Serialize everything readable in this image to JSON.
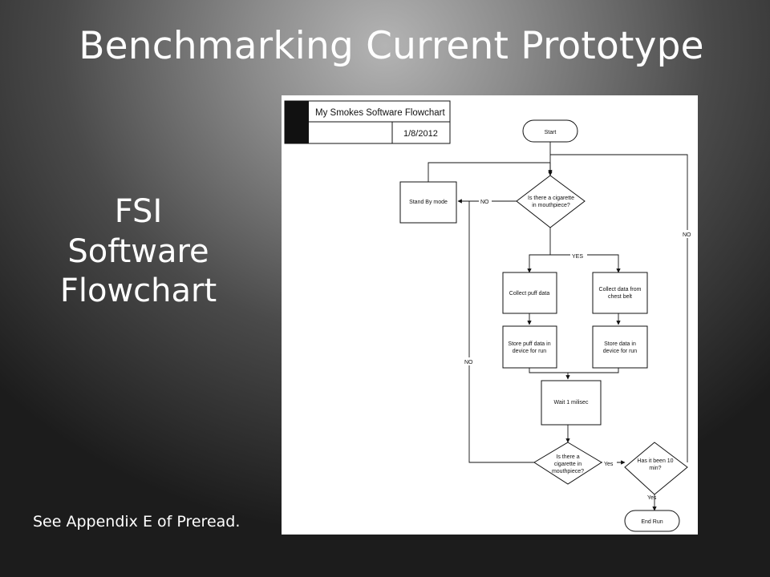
{
  "slide": {
    "title": "Benchmarking Current Prototype",
    "heading_lines": [
      "FSI",
      "Software",
      "Flowchart"
    ],
    "footnote": "See Appendix E of Preread."
  },
  "flowchart": {
    "title_block": {
      "title": "My Smokes Software Flowchart",
      "date": "1/8/2012"
    },
    "nodes": {
      "start": "Start",
      "decision_cigarette": [
        "Is there a cigarette",
        "in mouthpiece?"
      ],
      "standby": "Stand By mode",
      "collect_puff": "Collect puff data",
      "collect_chest": [
        "Collect data from",
        "chest belt"
      ],
      "store_puff": [
        "Store puff data in",
        "device for run"
      ],
      "store_chest": [
        "Store data in",
        "device for run"
      ],
      "wait": "Wait 1 milisec",
      "decision_cigarette_2": [
        "Is there a",
        "cigarette in",
        "mouthpiece?"
      ],
      "decision_10min": [
        "Has it been 10",
        "min?"
      ],
      "end": "End Run"
    },
    "labels": {
      "no_standby": "NO",
      "yes_split": "YES",
      "no_right": "NO",
      "no_left": "NO",
      "yes_mid": "Yes",
      "yes_bottom": "Yes"
    }
  }
}
